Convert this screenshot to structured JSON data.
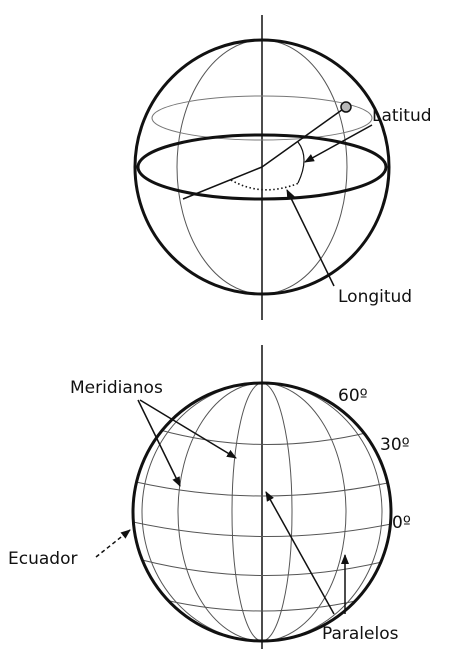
{
  "top_globe": {
    "latitude_label": "Latitud",
    "longitude_label": "Longitud"
  },
  "bottom_globe": {
    "meridians_label": "Meridianos",
    "equator_label": "Ecuador",
    "parallels_label": "Paralelos",
    "degree_labels": [
      "60º",
      "30º",
      "0º"
    ]
  },
  "colors": {
    "outline": "#111111",
    "grid": "#555555",
    "marker_fill": "#b8b8b8"
  }
}
